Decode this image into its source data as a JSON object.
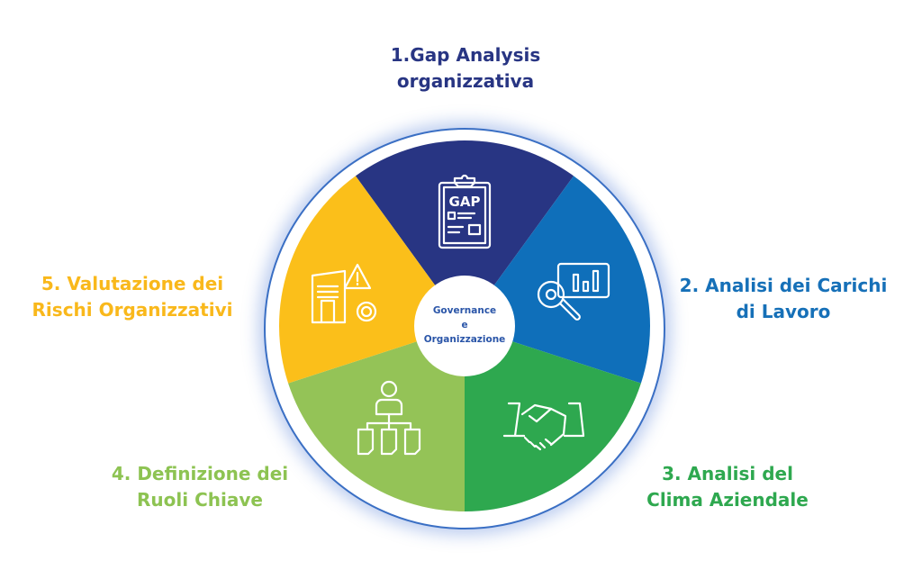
{
  "center": {
    "line1": "Governance",
    "line2": "e",
    "line3": "Organizzazione",
    "color": "#2a55a8"
  },
  "steps": [
    {
      "line1": "1.Gap Analysis",
      "line2": "organizzativa",
      "color": "#283583",
      "slice_color": "#283583",
      "icon": "gap-clipboard-icon"
    },
    {
      "line1": "2. Analisi dei Carichi",
      "line2": "di Lavoro",
      "color": "#1670b8",
      "slice_color": "#0f6fba",
      "icon": "chart-magnifier-gear-icon"
    },
    {
      "line1": "3. Analisi del",
      "line2": "Clima Aziendale",
      "color": "#2ea84f",
      "slice_color": "#2ea84f",
      "icon": "handshake-icon"
    },
    {
      "line1": "4. Definizione dei",
      "line2": "Ruoli Chiave",
      "color": "#8dc352",
      "slice_color": "#94c357",
      "icon": "org-chart-icon"
    },
    {
      "line1": "5. Valutazione dei",
      "line2": "Rischi Organizzativi",
      "color": "#f9b81b",
      "slice_color": "#fbbf1a",
      "icon": "building-warning-gear-icon"
    }
  ]
}
